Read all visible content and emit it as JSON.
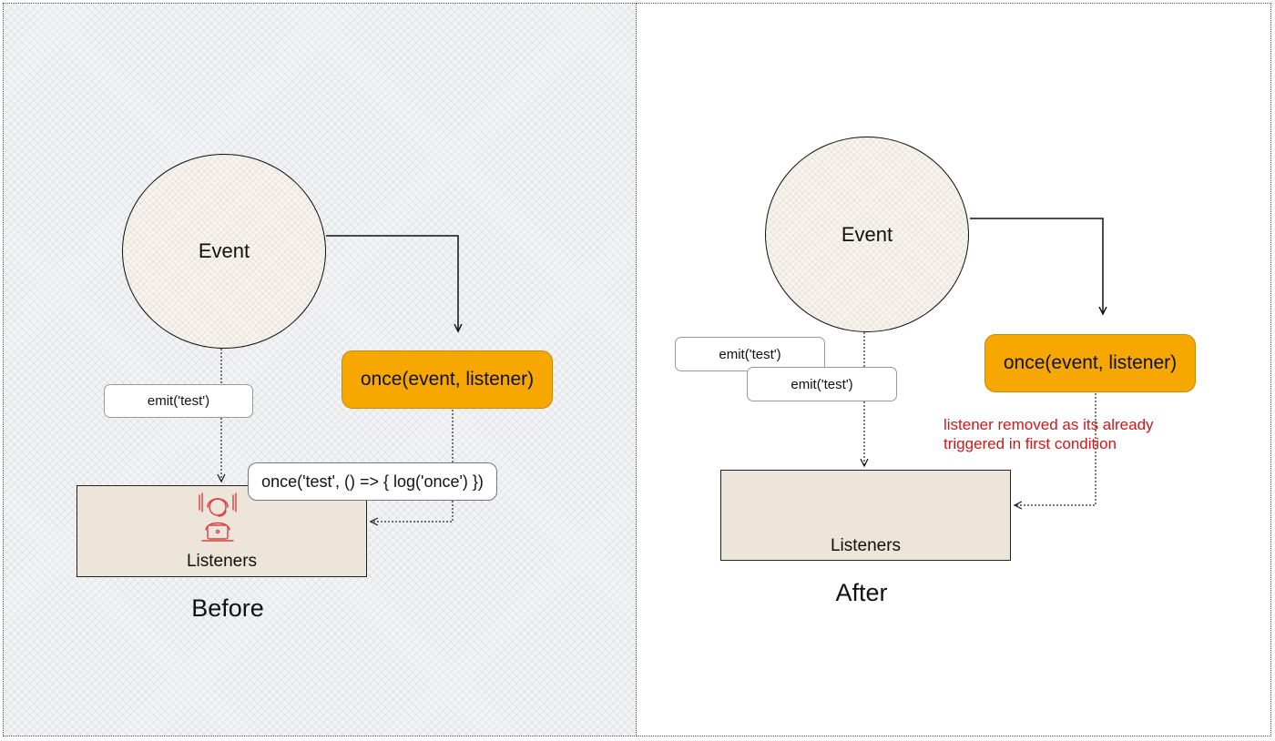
{
  "before": {
    "event_label": "Event",
    "once_label": "once(event, listener)",
    "emit_label": "emit('test')",
    "code_label": "once('test', () => { log('once') })",
    "listeners_label": "Listeners",
    "caption": "Before"
  },
  "after": {
    "event_label": "Event",
    "once_label": "once(event, listener)",
    "emit_labels": [
      "emit('test')",
      "emit('test')"
    ],
    "note": "listener removed as its already triggered in first condition",
    "listeners_label": "Listeners",
    "caption": "After"
  },
  "colors": {
    "once_fill": "#f6a800",
    "listeners_fill": "#ede4da",
    "note_text": "#d01818",
    "icon_stroke": "#d94040"
  },
  "icons": {
    "listeners_icon": "support-agent-icon"
  }
}
